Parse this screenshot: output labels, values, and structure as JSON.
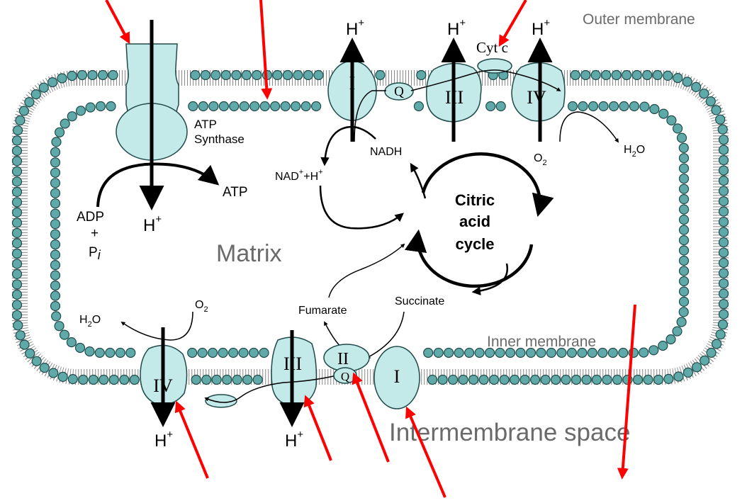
{
  "labels": {
    "outer_membrane": "Outer membrane",
    "inner_membrane": "Inner membrane",
    "intermembrane_space": "Intermembrane space",
    "matrix": "Matrix",
    "atp_synthase_line1": "ATP",
    "atp_synthase_line2": "Synthase",
    "atp": "ATP",
    "adp": "ADP",
    "plus": "+",
    "pi": "P",
    "pi_sub": "i",
    "nadh": "NADH",
    "nad": "NAD",
    "nad_rest": "+H",
    "citric_line1": "Citric",
    "citric_line2": "acid",
    "citric_line3": "cycle",
    "succinate": "Succinate",
    "fumarate": "Fumarate",
    "cyt_c": "Cyt c",
    "q": "Q",
    "o2": "O",
    "h2o": "H",
    "h2o_o": "O",
    "sub_2": "2",
    "h_plus": "H",
    "plus_sup": "+"
  },
  "complexes": {
    "top_i": "I",
    "top_iii": "III",
    "top_iv": "IV",
    "bottom_iv": "IV",
    "bottom_iii": "III",
    "bottom_ii": "II",
    "bottom_i": "I"
  },
  "colors": {
    "membrane_fill": "#5fa9a8",
    "membrane_stroke": "#1f4a4a",
    "protein_fill": "#c4e9e9",
    "annotation_arrow": "#ff0000"
  }
}
